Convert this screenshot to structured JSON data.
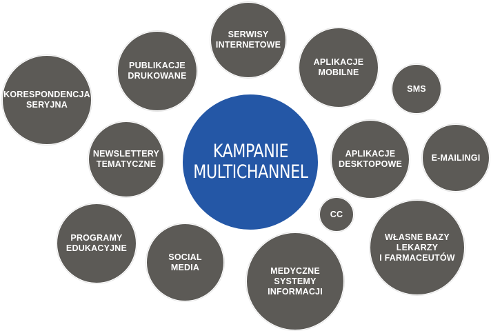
{
  "center": {
    "label": "KAMPANIE\nMULTICHANNEL",
    "color": "#2457a6"
  },
  "bubble_color": "#5c5a56",
  "channels": {
    "serwisy": "SERWISY\nINTERNETOWE",
    "publikacje": "PUBLIKACJE\nDRUKOWANE",
    "aplikacje_mobilne": "APLIKACJE\nMOBILNE",
    "sms": "SMS",
    "korespondencja": "KORESPONDENCJA\nSERYJNA",
    "newslettery": "NEWSLETTERY\nTEMATYCZNE",
    "aplikacje_desktopowe": "APLIKACJE\nDESKTOPOWE",
    "emailingi": "E-MAILINGI",
    "cc": "CC",
    "programy": "PROGRAMY\nEDUKACYJNE",
    "social": "SOCIAL\nMEDIA",
    "medyczne": "MEDYCZNE\nSYSTEMY\nINFORMACJI",
    "wlasne_bazy": "WŁASNE BAZY\nLEKARZY\nI FARMACEUTÓW"
  }
}
